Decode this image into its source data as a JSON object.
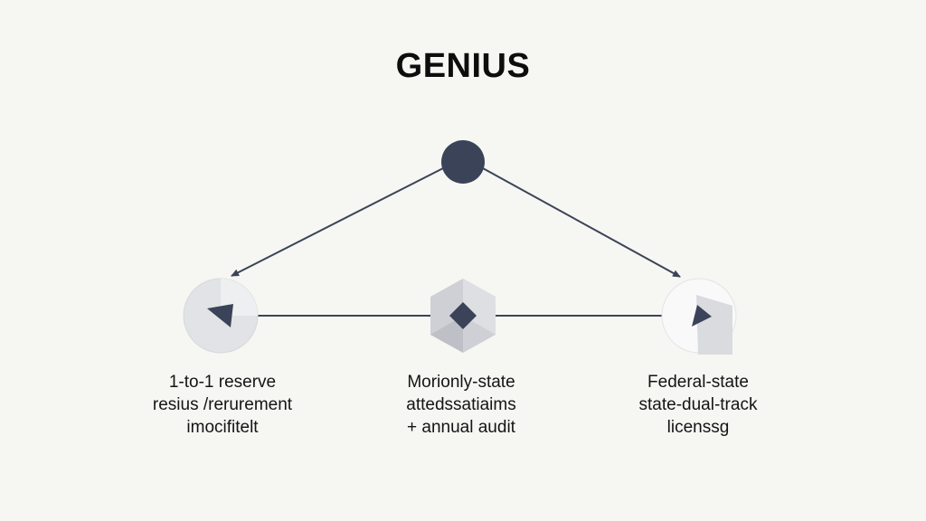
{
  "title": "GENIUS",
  "nodes": {
    "left": {
      "label_lines": [
        "1-to-1 reserve",
        "resius /rerurement",
        "imocifitelt"
      ]
    },
    "center": {
      "label_lines": [
        "Morionly-state",
        "attedssatiaims",
        "+ annual audit"
      ]
    },
    "right": {
      "label_lines": [
        "Federal-state",
        "state-dual-track",
        "licenssg"
      ]
    }
  },
  "colors": {
    "background": "#f6f7f3",
    "node_dark": "#3b4359",
    "line": "#3d4357",
    "node_light": "#e2e3e6",
    "hexagon_light": "#c9cad0"
  }
}
